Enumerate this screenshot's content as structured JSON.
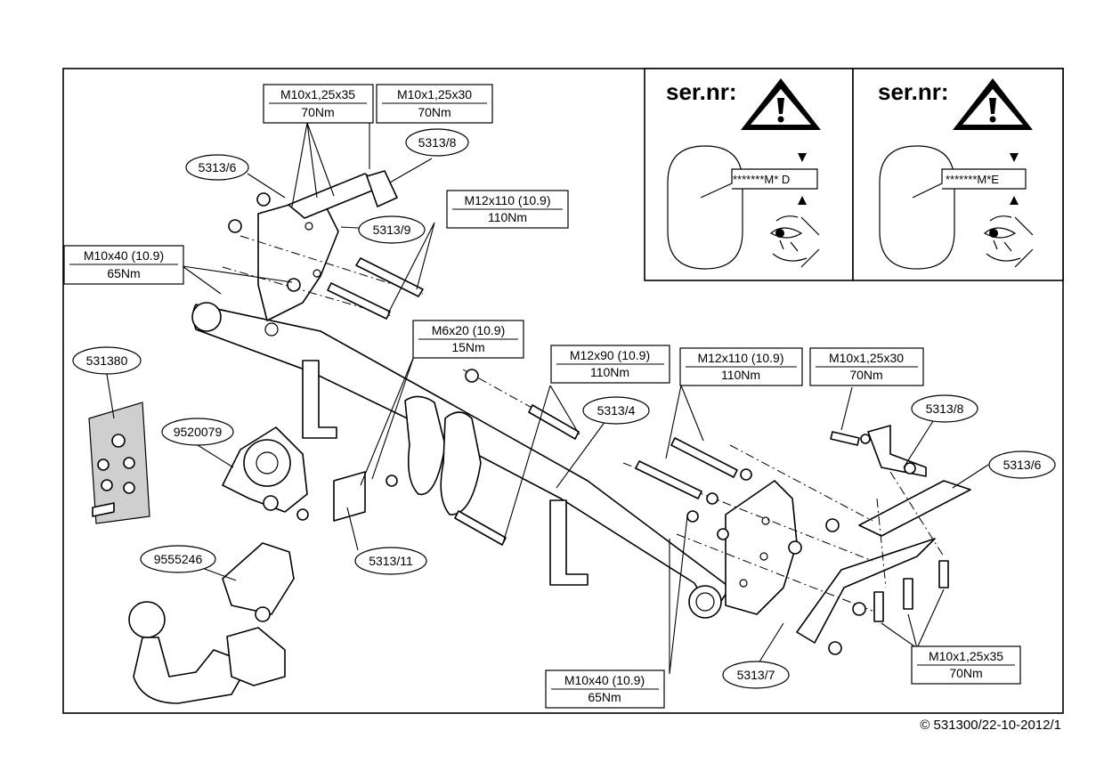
{
  "warning_panels": [
    {
      "label": "ser.nr:",
      "code": "*******M* D"
    },
    {
      "label": "ser.nr:",
      "code": "*******M*E"
    }
  ],
  "part_labels": {
    "p5313_6_top": "5313/6",
    "p5313_8_top": "5313/8",
    "p5313_9": "5313/9",
    "p531380": "531380",
    "p9520079": "9520079",
    "p9555246": "9555246",
    "p5313_11": "5313/11",
    "p5313_4": "5313/4",
    "p5313_8_right": "5313/8",
    "p5313_6_right": "5313/6",
    "p5313_7": "5313/7"
  },
  "bolt_specs": {
    "top_left": {
      "size": "M10x1,25x35",
      "torque": "70Nm"
    },
    "top_right": {
      "size": "M10x1,25x30",
      "torque": "70Nm"
    },
    "m12x110_top": {
      "size": "M12x110 (10.9)",
      "torque": "110Nm"
    },
    "m10x40_left": {
      "size": "M10x40 (10.9)",
      "torque": "65Nm"
    },
    "m6x20": {
      "size": "M6x20 (10.9)",
      "torque": "15Nm"
    },
    "m12x90": {
      "size": "M12x90 (10.9)",
      "torque": "110Nm"
    },
    "m12x110_mid": {
      "size": "M12x110 (10.9)",
      "torque": "110Nm"
    },
    "m10x30_right": {
      "size": "M10x1,25x30",
      "torque": "70Nm"
    },
    "m10x40_bottom": {
      "size": "M10x40 (10.9)",
      "torque": "65Nm"
    },
    "m10x35_bottom": {
      "size": "M10x1,25x35",
      "torque": "70Nm"
    }
  },
  "copyright": "© 531300/22-10-2012/1"
}
